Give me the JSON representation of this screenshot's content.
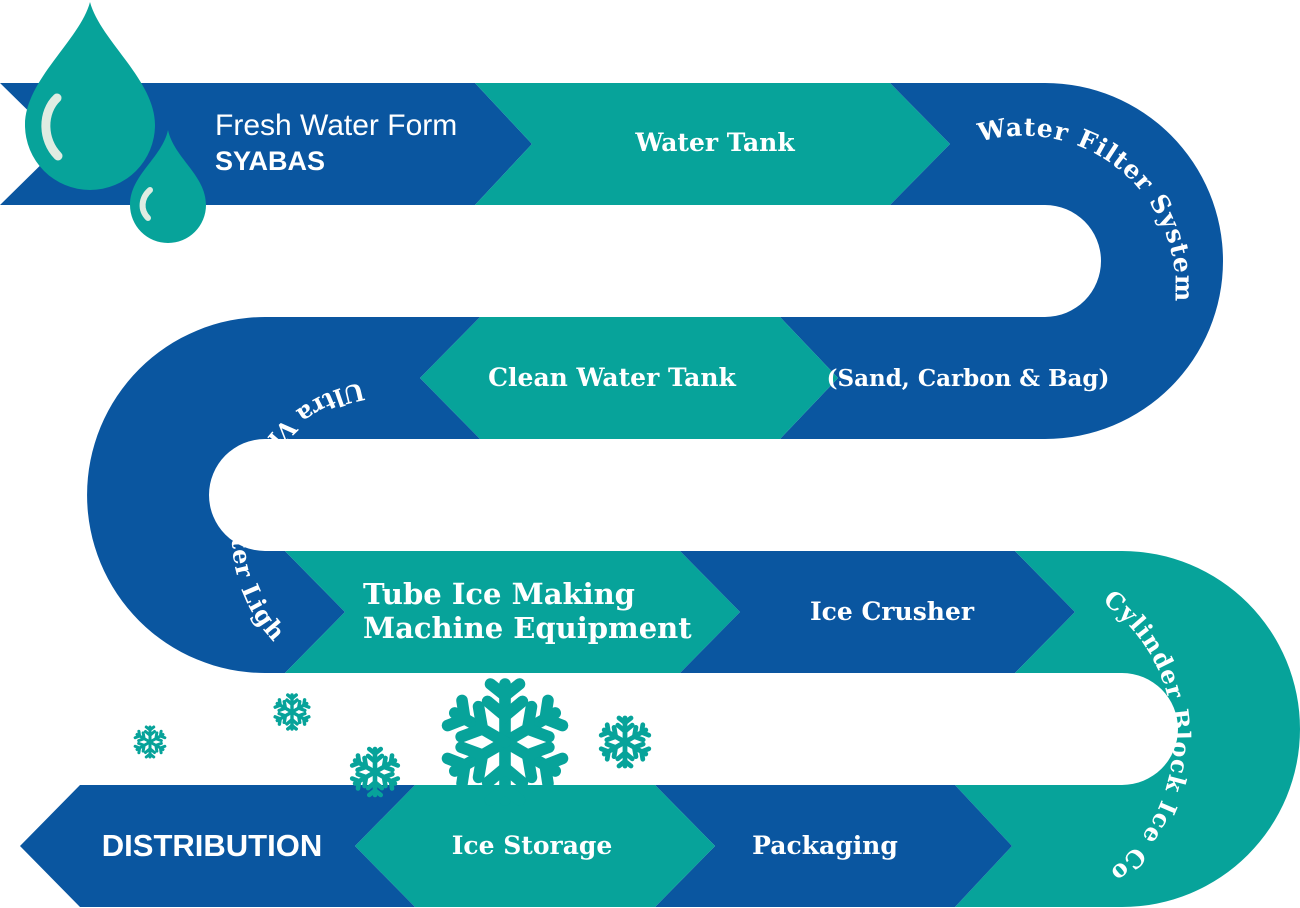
{
  "colors": {
    "blue": "#0a56a0",
    "teal": "#07a39a",
    "background": "#ffffff",
    "drop_highlight": "#dfece2"
  },
  "icons": {
    "drops": "water-drop-icon",
    "snow": "snowflake-icon"
  },
  "steps": {
    "source_line1": "Fresh Water Form",
    "source_line2": "SYABAS",
    "water_tank": "Water Tank",
    "filter": "Water Filter System",
    "filter_detail": "(Sand, Carbon & Bag)",
    "clean_tank": "Clean Water Tank",
    "uv": "Ultra Violet Water Light Treatment",
    "tube_ice_line1": "Tube Ice Making",
    "tube_ice_line2": "Machine Equipment",
    "crusher": "Ice Crusher",
    "compactor": "Cylinder Block Ice Compactor",
    "packaging": "Packaging",
    "storage": "Ice Storage",
    "distribution": "DISTRIBUTION"
  }
}
